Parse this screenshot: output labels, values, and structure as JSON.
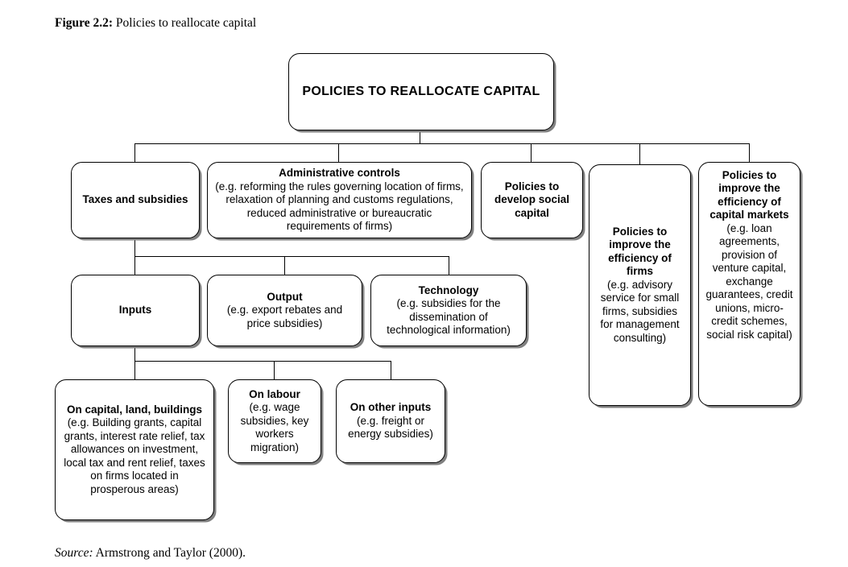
{
  "figure": {
    "label": "Figure 2.2:",
    "caption": "Policies to reallocate capital"
  },
  "source": {
    "label": "Source:",
    "text": "Armstrong and Taylor (2000)."
  },
  "colors": {
    "box_border": "#000000",
    "box_fill": "#ffffff",
    "box_shadow": "#808080",
    "line": "#000000",
    "text": "#000000"
  },
  "diagram": {
    "type": "hierarchy-tree",
    "root": {
      "id": "root",
      "title": "POLICIES TO REALLOCATE CAPITAL",
      "detail": ""
    },
    "level2": [
      {
        "id": "taxes-and-subsidies",
        "title": "Taxes and subsidies",
        "detail": ""
      },
      {
        "id": "administrative-controls",
        "title": "Administrative controls",
        "detail": "(e.g. reforming the rules governing location of firms, relaxation of planning and customs regulations, reduced administrative or bureaucratic requirements of firms)"
      },
      {
        "id": "develop-social-capital",
        "title": "Policies to develop social capital",
        "detail": ""
      },
      {
        "id": "efficiency-of-firms",
        "title": "Policies to improve the efficiency of firms",
        "detail": "(e.g. advisory service for small firms, subsidies for management consulting)"
      },
      {
        "id": "efficiency-of-capital-markets",
        "title": "Policies to improve the efficiency of capital markets",
        "detail": "(e.g. loan agreements, provision of venture capital, exchange guarantees, credit unions, micro-credit schemes, social risk capital)"
      }
    ],
    "level3": [
      {
        "id": "inputs",
        "title": "Inputs",
        "detail": ""
      },
      {
        "id": "output",
        "title": "Output",
        "detail": "(e.g. export rebates and price subsidies)"
      },
      {
        "id": "technology",
        "title": "Technology",
        "detail": "(e.g. subsidies for the dissemination of technological information)"
      }
    ],
    "level4": [
      {
        "id": "on-capital-land-buildings",
        "title": "On capital, land, buildings",
        "detail": "(e.g. Building grants, capital grants, interest rate relief, tax allowances on investment, local tax and rent relief, taxes on firms located in prosperous areas)"
      },
      {
        "id": "on-labour",
        "title": "On labour",
        "detail": "(e.g. wage subsidies, key workers migration)"
      },
      {
        "id": "on-other-inputs",
        "title": "On other inputs",
        "detail": "(e.g. freight or energy subsidies)"
      }
    ]
  }
}
